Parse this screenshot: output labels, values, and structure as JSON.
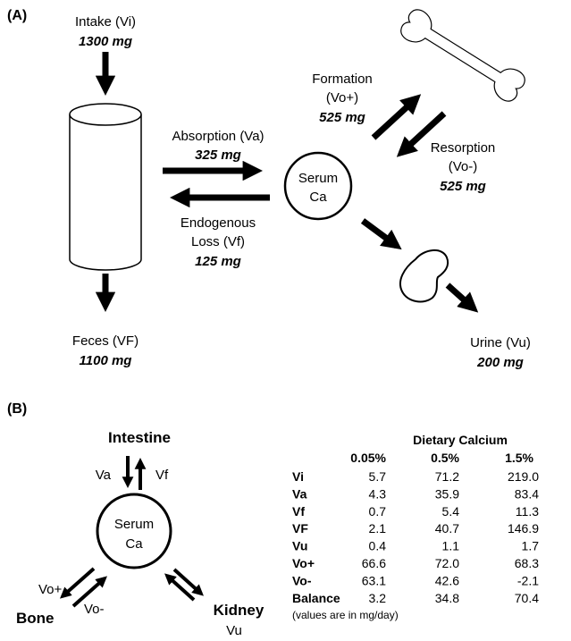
{
  "panel_a": {
    "label": "(A)",
    "intake": {
      "name": "Intake (Vi)",
      "value": "1300 mg"
    },
    "feces": {
      "name": "Feces (VF)",
      "value": "1100 mg"
    },
    "absorption": {
      "name": "Absorption (Va)",
      "value": "325 mg"
    },
    "endogenous": {
      "line1": "Endogenous",
      "line2": "Loss (Vf)",
      "value": "125 mg"
    },
    "serum": {
      "line1": "Serum",
      "line2": "Ca"
    },
    "formation": {
      "line1": "Formation",
      "line2": "(Vo+)",
      "value": "525 mg"
    },
    "resorption": {
      "line1": "Resorption",
      "line2": "(Vo-)",
      "value": "525 mg"
    },
    "urine": {
      "name": "Urine (Vu)",
      "value": "200 mg"
    }
  },
  "panel_b": {
    "label": "(B)",
    "intestine": "Intestine",
    "va": "Va",
    "vf": "Vf",
    "serum": {
      "line1": "Serum",
      "line2": "Ca"
    },
    "vo_plus": "Vo+",
    "vo_minus": "Vo-",
    "bone": "Bone",
    "kidney": "Kidney",
    "vu": "Vu"
  },
  "table": {
    "title": "Dietary Calcium",
    "columns": [
      "0.05%",
      "0.5%",
      "1.5%"
    ],
    "rows": [
      {
        "label": "Vi",
        "values": [
          "5.7",
          "71.2",
          "219.0"
        ]
      },
      {
        "label": "Va",
        "values": [
          "4.3",
          "35.9",
          "83.4"
        ]
      },
      {
        "label": "Vf",
        "values": [
          "0.7",
          "5.4",
          "11.3"
        ]
      },
      {
        "label": "VF",
        "values": [
          "2.1",
          "40.7",
          "146.9"
        ]
      },
      {
        "label": "Vu",
        "values": [
          "0.4",
          "1.1",
          "1.7"
        ]
      },
      {
        "label": "Vo+",
        "values": [
          "66.6",
          "72.0",
          "68.3"
        ]
      },
      {
        "label": "Vo-",
        "values": [
          "63.1",
          "42.6",
          "-2.1"
        ]
      },
      {
        "label": "Balance",
        "values": [
          "3.2",
          "34.8",
          "70.4"
        ]
      }
    ],
    "note": "(values are in mg/day)"
  }
}
